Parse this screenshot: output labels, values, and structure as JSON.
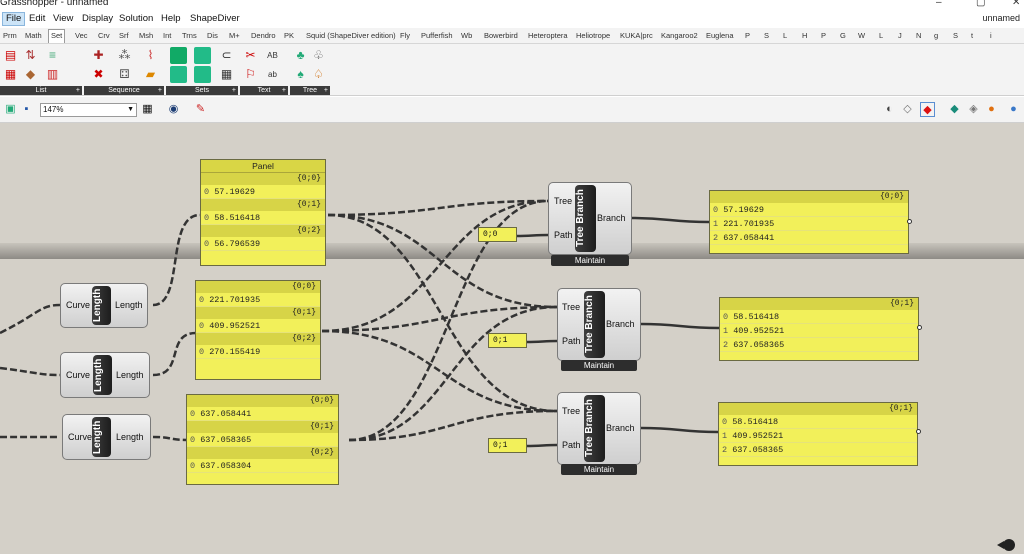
{
  "window": {
    "title": "Grasshopper - unnamed",
    "doc": "unnamed",
    "min": "–",
    "max": "▢",
    "close": "✕"
  },
  "menu": [
    "File",
    "Edit",
    "View",
    "Display",
    "Solution",
    "Help",
    "ShapeDiver"
  ],
  "tabs": [
    "Prm",
    "Math",
    "Set",
    "Vec",
    "Crv",
    "Srf",
    "Msh",
    "Int",
    "Trns",
    "Dis",
    "M+",
    "Dendro",
    "PK",
    "Squid (ShapeDiver edition)",
    "Fly",
    "Pufferfish",
    "Wb",
    "Bowerbird",
    "Heteroptera",
    "Heliotrope",
    "KUKA|prc",
    "Kangaroo2",
    "Euglena",
    "P",
    "S",
    "L",
    "H",
    "P",
    "G",
    "W",
    "L",
    "J",
    "N",
    "g",
    "S",
    "t",
    "i"
  ],
  "ribbon": {
    "groups": [
      "List",
      "Sequence",
      "Sets",
      "Text",
      "Tree"
    ]
  },
  "toolbar": {
    "zoom": "147%"
  },
  "panels": [
    {
      "title": "Panel",
      "branches": [
        {
          "path": "{0;0}",
          "items": [
            "57.19629"
          ]
        },
        {
          "path": "{0;1}",
          "items": [
            "58.516418"
          ]
        },
        {
          "path": "{0;2}",
          "items": [
            "56.796539"
          ]
        }
      ]
    },
    {
      "branches": [
        {
          "path": "{0;0}",
          "items": [
            "221.701935"
          ]
        },
        {
          "path": "{0;1}",
          "items": [
            "409.952521"
          ]
        },
        {
          "path": "{0;2}",
          "items": [
            "270.155419"
          ]
        }
      ]
    },
    {
      "branches": [
        {
          "path": "{0;0}",
          "items": [
            "637.058441"
          ]
        },
        {
          "path": "{0;1}",
          "items": [
            "637.058365"
          ]
        },
        {
          "path": "{0;2}",
          "items": [
            "637.058304"
          ]
        }
      ]
    }
  ],
  "outputs": [
    {
      "path": "{0;0}",
      "items": [
        "57.19629",
        "221.701935",
        "637.058441"
      ]
    },
    {
      "path": "{0;1}",
      "items": [
        "58.516418",
        "409.952521",
        "637.058365"
      ]
    },
    {
      "path": "{0;1}",
      "items": [
        "58.516418",
        "409.952521",
        "637.058365"
      ]
    }
  ],
  "length_component": {
    "name": "Length",
    "input": "Curve",
    "output": "Length"
  },
  "tree_branch": {
    "name": "Tree Branch",
    "inputs": [
      "Tree",
      "Path"
    ],
    "output": "Branch",
    "status": "Maintain"
  },
  "paths": [
    "0;0",
    "0;1",
    "0;1"
  ]
}
